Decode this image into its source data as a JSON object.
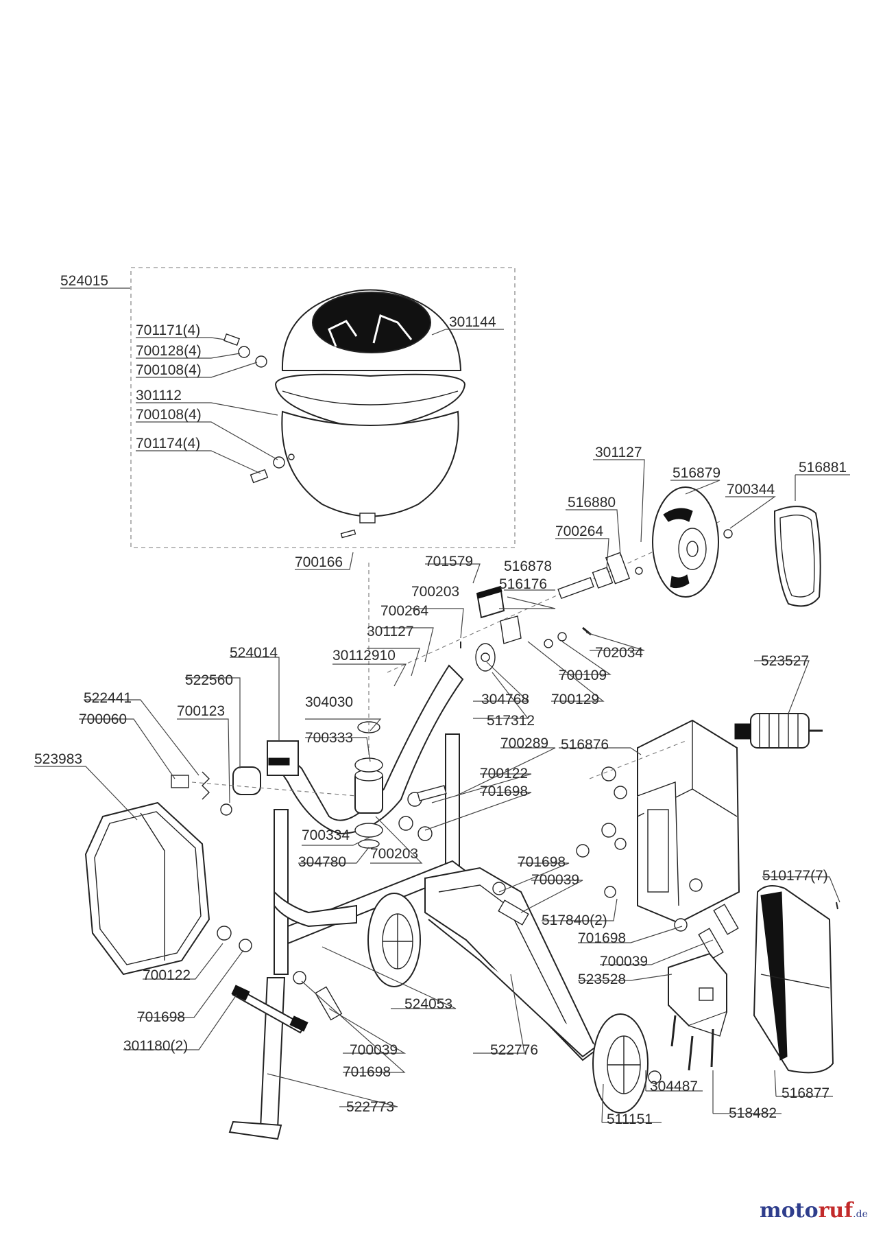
{
  "labels": {
    "l524015": "524015",
    "l301144": "301144",
    "l701171": "701171(4)",
    "l700128": "700128(4)",
    "l700108a": "700108(4)",
    "l301112": "301112",
    "l700108b": "700108(4)",
    "l701174": "701174(4)",
    "l301127a": "301127",
    "l516879": "516879",
    "l700344": "700344",
    "l516881": "516881",
    "l516880": "516880",
    "l700264a": "700264",
    "l700166": "700166",
    "l701579": "701579",
    "l516878": "516878",
    "l516176": "516176",
    "l700203a": "700203",
    "l700264b": "700264",
    "l301127b": "301127",
    "l702034": "702034",
    "l30112910": "30112910",
    "l700109": "700109",
    "l524014": "524014",
    "l522560": "522560",
    "l304768": "304768",
    "l700129": "700129",
    "l517312": "517312",
    "l523527": "523527",
    "l522441": "522441",
    "l304030": "304030",
    "l700060": "700060",
    "l700123": "700123",
    "l700333": "700333",
    "l700289": "700289",
    "l516876": "516876",
    "l523983": "523983",
    "l700122a": "700122",
    "l701698a": "701698",
    "l700334": "700334",
    "l304780": "304780",
    "l700203b": "700203",
    "l701698b": "701698",
    "l700039a": "700039",
    "l510177": "510177(7)",
    "l517840": "517840(2)",
    "l701698c": "701698",
    "l700122b": "700122",
    "l700039b": "700039",
    "l523528": "523528",
    "l701698d": "701698",
    "l524053": "524053",
    "l301180": "301180(2)",
    "l700039c": "700039",
    "l522776": "522776",
    "l701698e": "701698",
    "l304487": "304487",
    "l516877": "516877",
    "l522773": "522773",
    "l511151": "511151",
    "l518482": "518482"
  },
  "watermark": {
    "part1": "moto",
    "part2": "ruf",
    "part3": ".de"
  }
}
